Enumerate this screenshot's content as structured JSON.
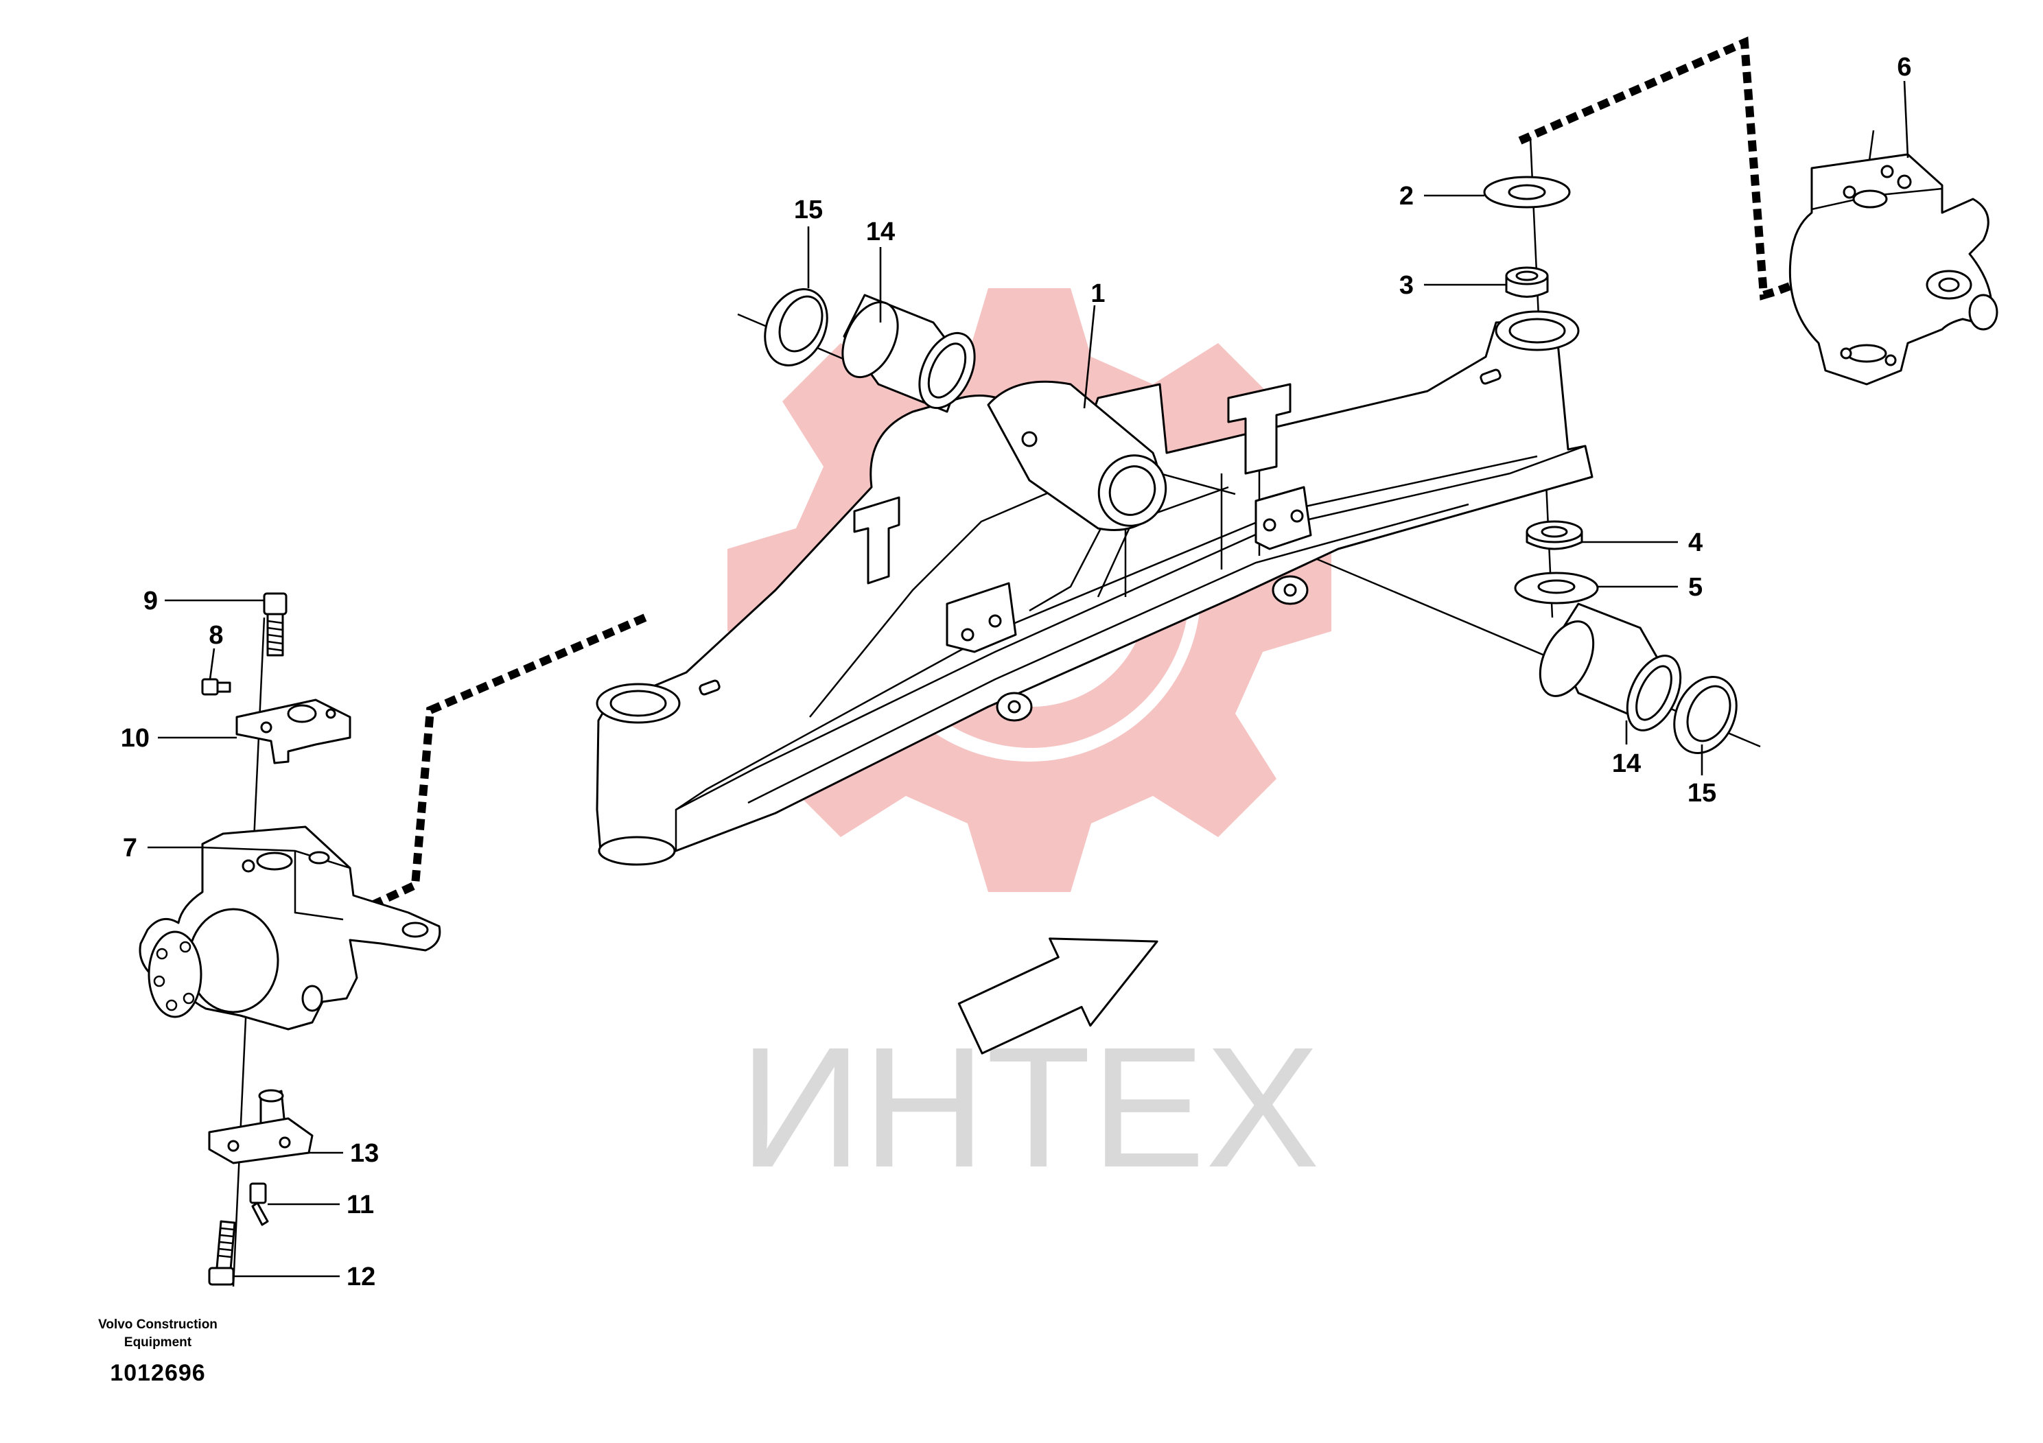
{
  "watermark": {
    "text": "ИНТЕХ",
    "gear_color": "#f6c3c3",
    "text_color": "#d9d9d9"
  },
  "footer": {
    "maker_line1": "Volvo Construction",
    "maker_line2": "Equipment",
    "doc_number": "1012696"
  },
  "callouts": {
    "c1": "1",
    "c2": "2",
    "c3": "3",
    "c4": "4",
    "c5": "5",
    "c6": "6",
    "c7": "7",
    "c8": "8",
    "c9": "9",
    "c10": "10",
    "c11": "11",
    "c12": "12",
    "c13": "13",
    "c14a": "14",
    "c14b": "14",
    "c15a": "15",
    "c15b": "15"
  },
  "icons": {
    "direction_arrow": "forward-direction-arrow-icon"
  }
}
